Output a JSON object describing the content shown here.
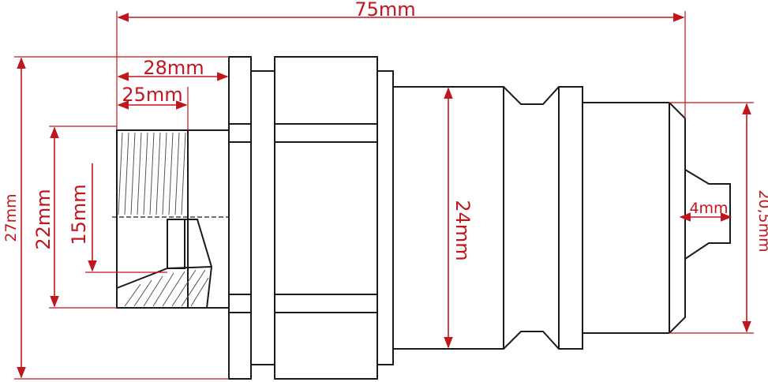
{
  "colors": {
    "dimension": "#c0161d",
    "outline": "#1a1a1a",
    "background": "#ffffff"
  },
  "dimensions": {
    "overall_length": "75mm",
    "thread_section_length": "28mm",
    "thread_length": "25mm",
    "overall_height": "27mm",
    "thread_diameter": "22mm",
    "bore_diameter": "15mm",
    "plug_diameter": "24mm",
    "nose_diameter": "20,5mm",
    "tip_bore": "4mm"
  }
}
